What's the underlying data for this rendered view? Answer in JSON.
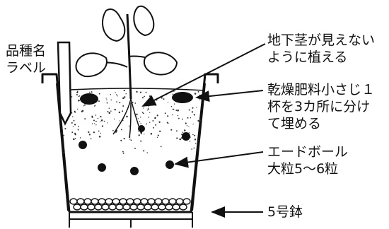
{
  "labels": {
    "variety_label": [
      "品種名",
      "ラベル"
    ],
    "rhizome": [
      "地下茎が見えない",
      "ように植える"
    ],
    "fertilizer": [
      "乾燥肥料小さじ１",
      "杯を3カ所に分け",
      "て埋める"
    ],
    "akadama": [
      "エードボール",
      "大粒5〜6粒"
    ],
    "pot_size": [
      "5号鉢"
    ]
  },
  "colors": {
    "ink": "#111111",
    "paper": "#ffffff"
  }
}
